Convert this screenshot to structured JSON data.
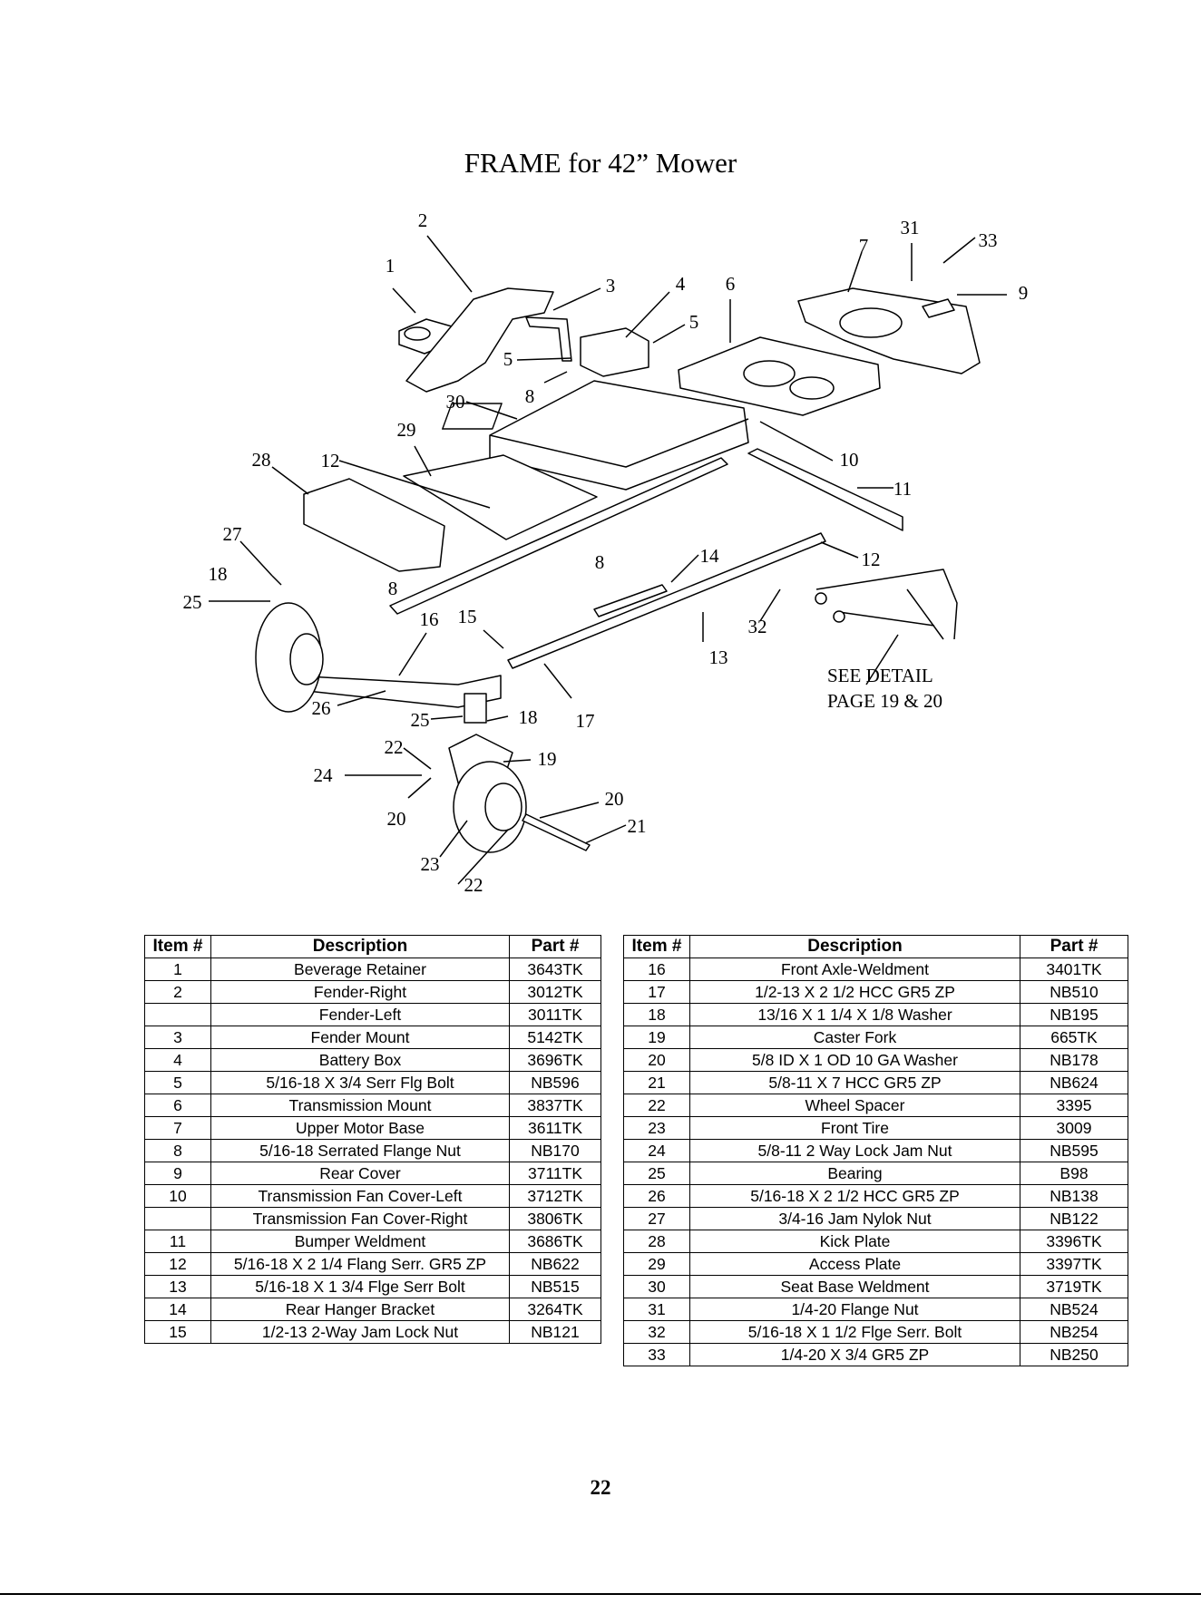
{
  "title": "FRAME for 42” Mower",
  "diagram": {
    "callouts": [
      "1",
      "2",
      "3",
      "4",
      "5",
      "5",
      "6",
      "7",
      "8",
      "8",
      "8",
      "9",
      "10",
      "11",
      "12",
      "12",
      "13",
      "14",
      "15",
      "16",
      "17",
      "18",
      "18",
      "19",
      "20",
      "20",
      "21",
      "22",
      "22",
      "23",
      "24",
      "25",
      "25",
      "26",
      "27",
      "28",
      "29",
      "30",
      "31",
      "32",
      "33"
    ],
    "see_detail_line1": "SEE DETAIL",
    "see_detail_line2": "PAGE 19 & 20"
  },
  "table_headers": {
    "item": "Item #",
    "description": "Description",
    "part": "Part #"
  },
  "table_left": [
    {
      "item": "1",
      "description": "Beverage Retainer",
      "part": "3643TK"
    },
    {
      "item": "2",
      "description": "Fender-Right",
      "part": "3012TK"
    },
    {
      "item": "",
      "description": "Fender-Left",
      "part": "3011TK"
    },
    {
      "item": "3",
      "description": "Fender Mount",
      "part": "5142TK"
    },
    {
      "item": "4",
      "description": "Battery Box",
      "part": "3696TK"
    },
    {
      "item": "5",
      "description": "5/16-18 X 3/4 Serr Flg Bolt",
      "part": "NB596"
    },
    {
      "item": "6",
      "description": "Transmission Mount",
      "part": "3837TK"
    },
    {
      "item": "7",
      "description": "Upper Motor Base",
      "part": "3611TK"
    },
    {
      "item": "8",
      "description": "5/16-18 Serrated Flange Nut",
      "part": "NB170"
    },
    {
      "item": "9",
      "description": "Rear Cover",
      "part": "3711TK"
    },
    {
      "item": "10",
      "description": "Transmission Fan Cover-Left",
      "part": "3712TK"
    },
    {
      "item": "",
      "description": "Transmission Fan Cover-Right",
      "part": "3806TK"
    },
    {
      "item": "11",
      "description": "Bumper Weldment",
      "part": "3686TK"
    },
    {
      "item": "12",
      "description": "5/16-18 X 2 1/4 Flang Serr. GR5 ZP",
      "part": "NB622"
    },
    {
      "item": "13",
      "description": "5/16-18 X 1 3/4 Flge Serr Bolt",
      "part": "NB515"
    },
    {
      "item": "14",
      "description": "Rear Hanger Bracket",
      "part": "3264TK"
    },
    {
      "item": "15",
      "description": "1/2-13 2-Way Jam Lock Nut",
      "part": "NB121"
    }
  ],
  "table_right": [
    {
      "item": "16",
      "description": "Front Axle-Weldment",
      "part": "3401TK"
    },
    {
      "item": "17",
      "description": "1/2-13 X 2 1/2 HCC GR5 ZP",
      "part": "NB510"
    },
    {
      "item": "18",
      "description": "13/16 X 1 1/4 X 1/8 Washer",
      "part": "NB195"
    },
    {
      "item": "19",
      "description": "Caster Fork",
      "part": "665TK"
    },
    {
      "item": "20",
      "description": "5/8 ID X 1 OD 10 GA Washer",
      "part": "NB178"
    },
    {
      "item": "21",
      "description": "5/8-11 X 7 HCC GR5 ZP",
      "part": "NB624"
    },
    {
      "item": "22",
      "description": "Wheel Spacer",
      "part": "3395"
    },
    {
      "item": "23",
      "description": "Front Tire",
      "part": "3009"
    },
    {
      "item": "24",
      "description": "5/8-11 2 Way Lock Jam Nut",
      "part": "NB595"
    },
    {
      "item": "25",
      "description": "Bearing",
      "part": "B98"
    },
    {
      "item": "26",
      "description": "5/16-18 X 2 1/2 HCC GR5 ZP",
      "part": "NB138"
    },
    {
      "item": "27",
      "description": "3/4-16 Jam Nylok Nut",
      "part": "NB122"
    },
    {
      "item": "28",
      "description": "Kick Plate",
      "part": "3396TK"
    },
    {
      "item": "29",
      "description": "Access Plate",
      "part": "3397TK"
    },
    {
      "item": "30",
      "description": "Seat Base Weldment",
      "part": "3719TK"
    },
    {
      "item": "31",
      "description": "1/4-20 Flange Nut",
      "part": "NB524"
    },
    {
      "item": "32",
      "description": "5/16-18 X 1 1/2 Flge Serr. Bolt",
      "part": "NB254"
    },
    {
      "item": "33",
      "description": "1/4-20 X 3/4 GR5 ZP",
      "part": "NB250"
    }
  ],
  "page_number": "22"
}
